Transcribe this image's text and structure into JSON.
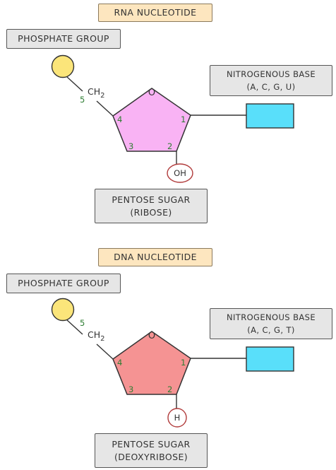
{
  "rna": {
    "title": "RNA NUCLEOTIDE",
    "phosphate_label": "PHOSPHATE GROUP",
    "base_label_line1": "NITROGENOUS BASE",
    "base_label_line2": "(A, C, G, U)",
    "sugar_label_line1": "PENTOSE SUGAR",
    "sugar_label_line2": "(RIBOSE)",
    "ch2": "CH",
    "ch2_sub": "2",
    "ring_o": "O",
    "carbon_1": "1",
    "carbon_2": "2",
    "carbon_3": "3",
    "carbon_4": "4",
    "carbon_5": "5",
    "c2_group": "OH",
    "sugar_color": "#f9b3f4"
  },
  "dna": {
    "title": "DNA NUCLEOTIDE",
    "phosphate_label": "PHOSPHATE GROUP",
    "base_label_line1": "NITROGENOUS BASE",
    "base_label_line2": "(A, C, G, T)",
    "sugar_label_line1": "PENTOSE SUGAR",
    "sugar_label_line2": "(DEOXYRIBOSE)",
    "ch2": "CH",
    "ch2_sub": "2",
    "ring_o": "O",
    "carbon_1": "1",
    "carbon_2": "2",
    "carbon_3": "3",
    "carbon_4": "4",
    "carbon_5": "5",
    "c2_group": "H",
    "sugar_color": "#f59393"
  },
  "colors": {
    "phosphate": "#fbe57a",
    "base": "#59dffa",
    "carbon_number": "#2e7d32",
    "c2_circle": "#b03a3a",
    "title_bg": "#fde6bf",
    "label_bg": "#e6e6e6"
  }
}
